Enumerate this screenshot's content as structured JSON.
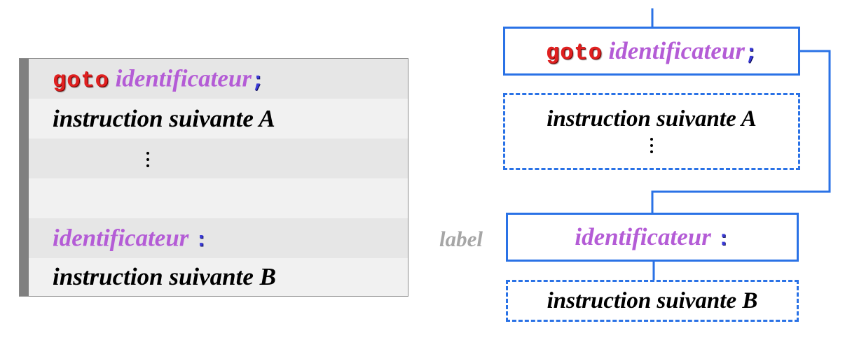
{
  "keyword_goto": "goto",
  "identifier": "identificateur",
  "semicolon": ";",
  "colon": ":",
  "instruction_a": "instruction suivante A",
  "instruction_b": "instruction suivante B",
  "label_text": "label",
  "colors": {
    "keyword": "#e02020",
    "identifier": "#b45cd6",
    "punctuation": "#3a3ad8",
    "flow_line": "#2a72e6",
    "panel_bar": "#808080",
    "row_dark": "#e6e6e6",
    "row_light": "#f1f1f1",
    "label": "#a6a6a6"
  }
}
